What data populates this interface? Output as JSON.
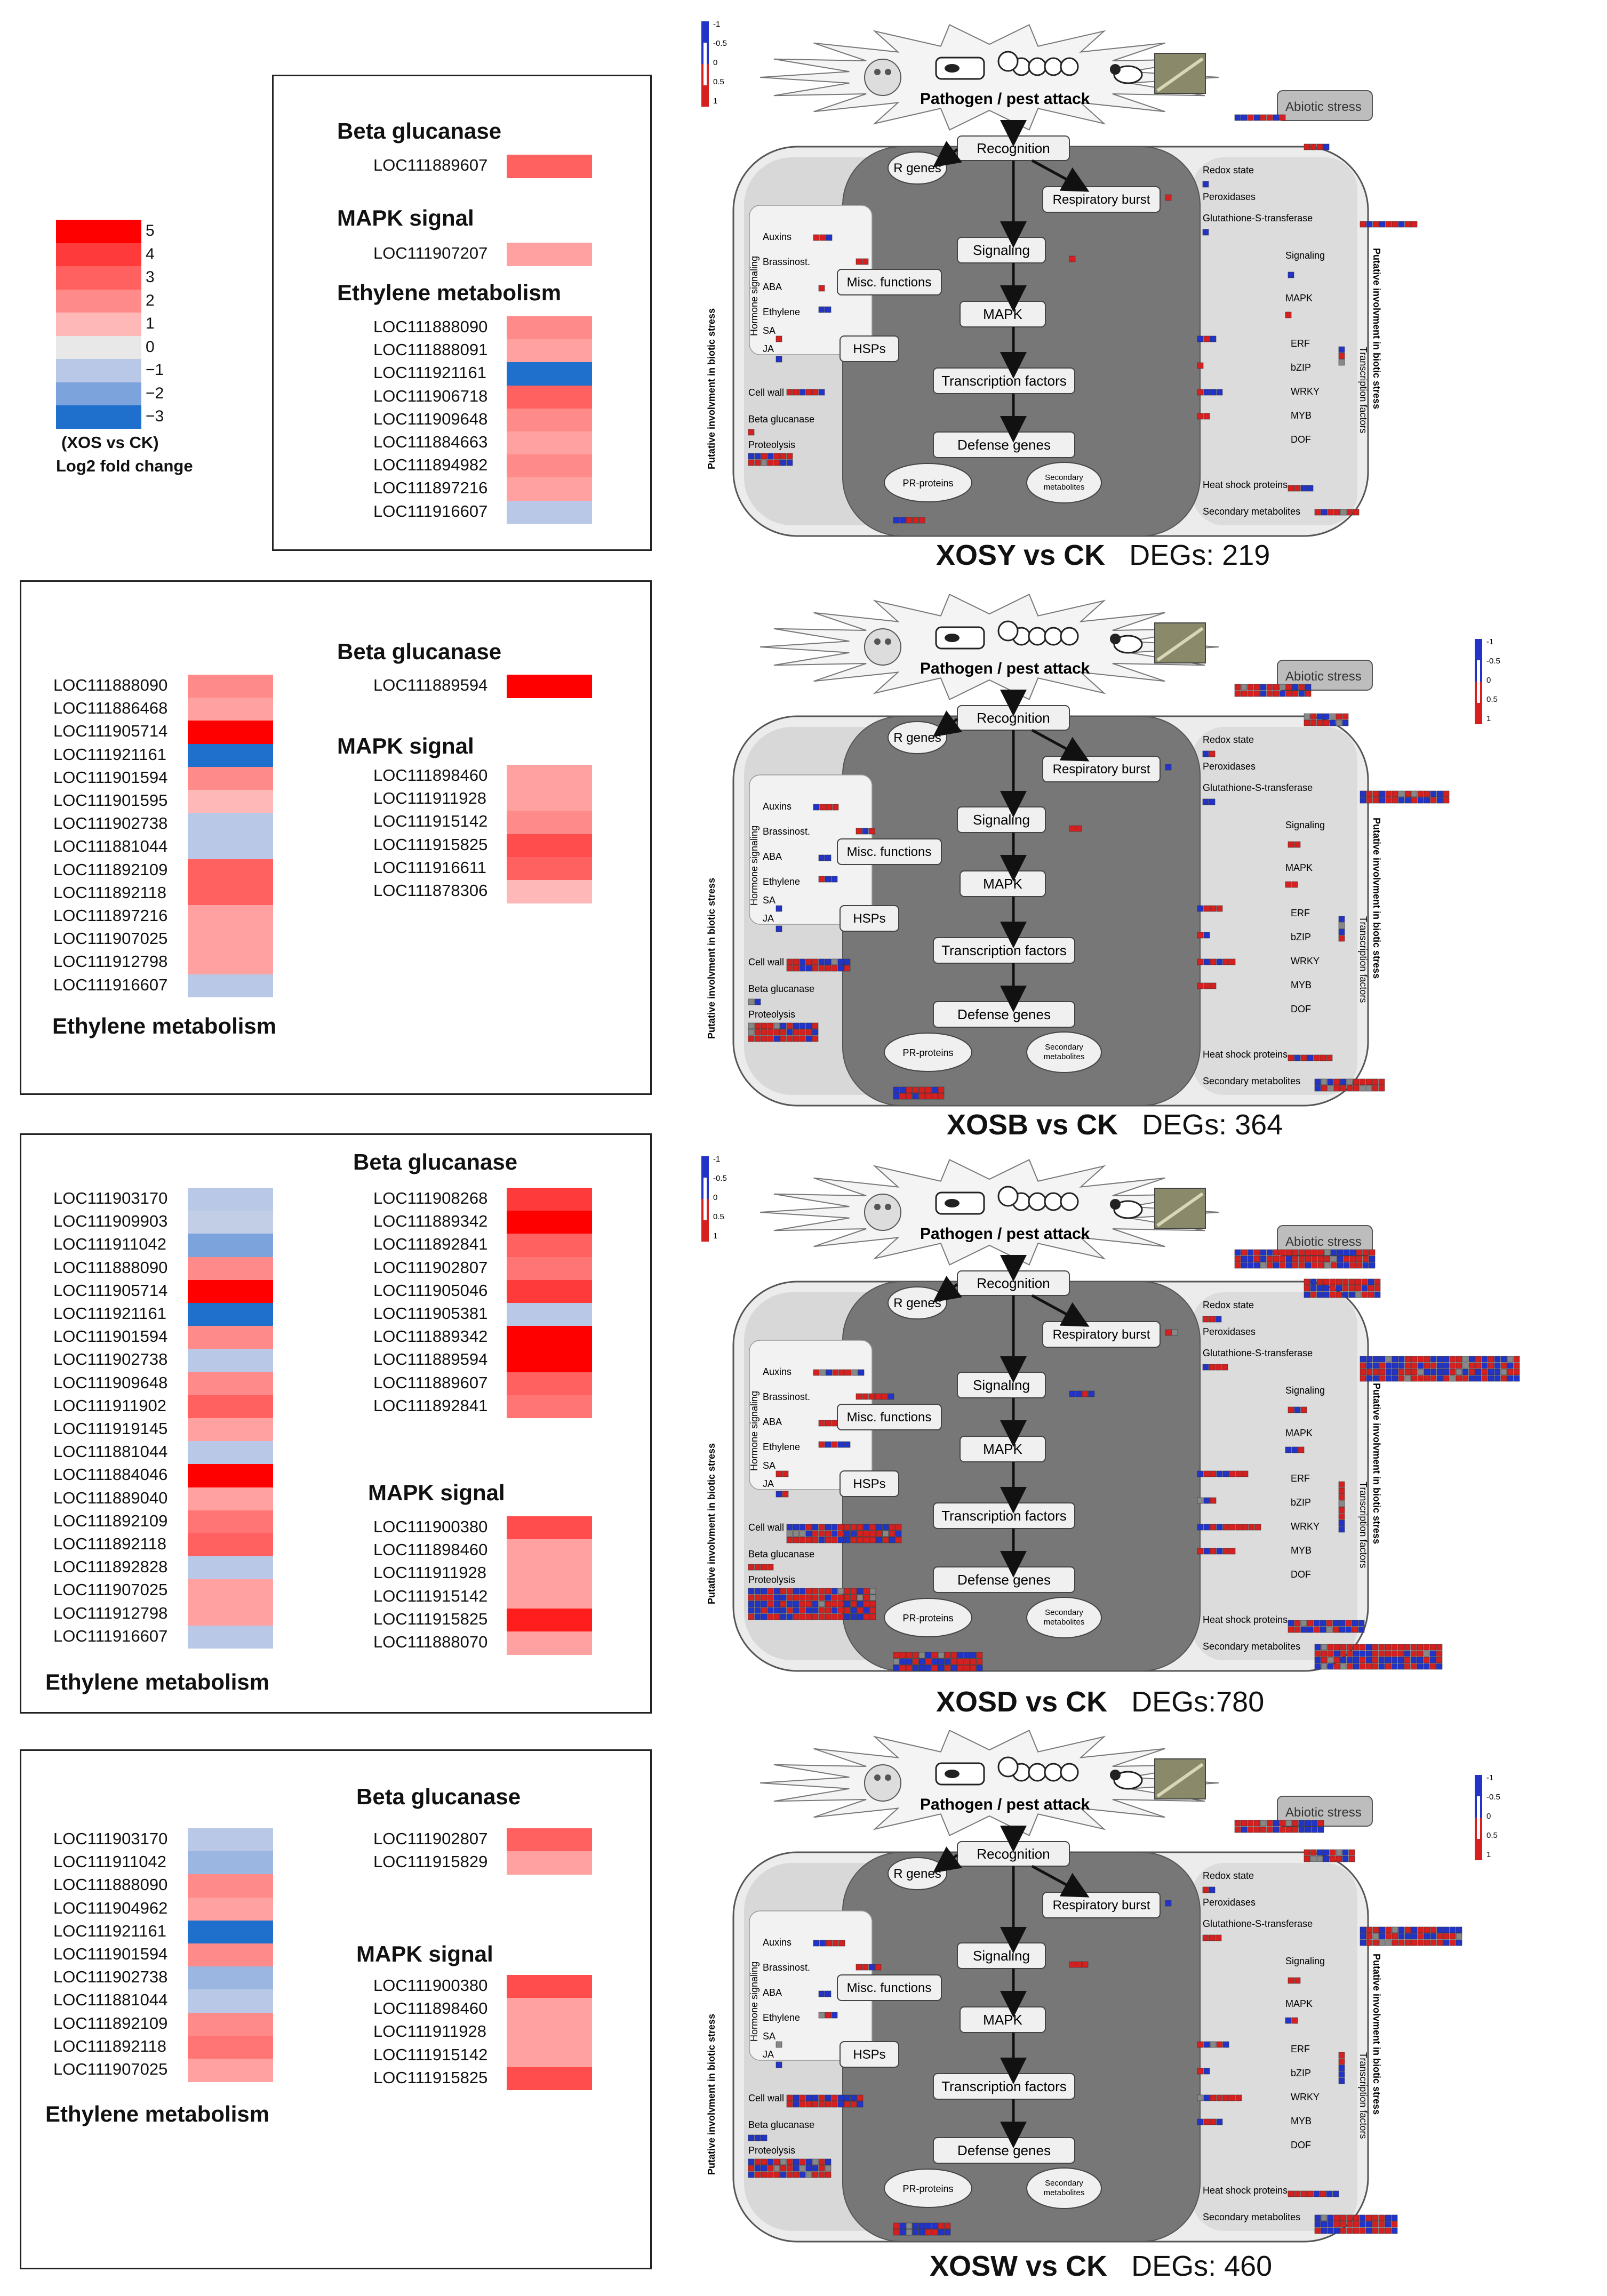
{
  "legend": {
    "values": [
      "5",
      "4",
      "3",
      "2",
      "1",
      "0",
      "−1",
      "−2",
      "−3"
    ],
    "colors": [
      "#ff0000",
      "#ff3a3a",
      "#ff6060",
      "#ff8a8a",
      "#ffb8b8",
      "#e8e8e8",
      "#b8c8e6",
      "#7da3dc",
      "#1f6fcc"
    ],
    "caption_line1": "(XOS vs CK)",
    "caption_line2": "Log2 fold change"
  },
  "colors": {
    "up": "#d62020",
    "down": "#2233c8",
    "cell_dark": "#7a7a7a",
    "cell_light": "#d4d4d4",
    "cell_mid": "#ececec"
  },
  "panels": [
    {
      "title": "XOSY vs CK",
      "degs": "DEGs: 219",
      "groups": [
        {
          "name": "Beta glucanase",
          "genes": [
            {
              "id": "LOC111889607",
              "v": 3
            }
          ]
        },
        {
          "name": "MAPK signal",
          "genes": [
            {
              "id": "LOC111907207",
              "v": 1.5
            }
          ]
        },
        {
          "name": "Ethylene metabolism",
          "genes": [
            {
              "id": "LOC111888090",
              "v": 2
            },
            {
              "id": "LOC111888091",
              "v": 1.5
            },
            {
              "id": "LOC111921161",
              "v": -3
            },
            {
              "id": "LOC111906718",
              "v": 3
            },
            {
              "id": "LOC111909648",
              "v": 2
            },
            {
              "id": "LOC111884663",
              "v": 1.5
            },
            {
              "id": "LOC111894982",
              "v": 2
            },
            {
              "id": "LOC111897216",
              "v": 1.5
            },
            {
              "id": "LOC111916607",
              "v": -1
            }
          ]
        }
      ]
    },
    {
      "title": "XOSB vs CK",
      "degs": "DEGs: 364",
      "groups": [
        {
          "name": "Ethylene metabolism",
          "genes": [
            {
              "id": "LOC111888090",
              "v": 2
            },
            {
              "id": "LOC111886468",
              "v": 1.5
            },
            {
              "id": "LOC111905714",
              "v": 5
            },
            {
              "id": "LOC111921161",
              "v": -3
            },
            {
              "id": "LOC111901594",
              "v": 2
            },
            {
              "id": "LOC111901595",
              "v": 1
            },
            {
              "id": "LOC111902738",
              "v": -1
            },
            {
              "id": "LOC111881044",
              "v": -1
            },
            {
              "id": "LOC111892109",
              "v": 3
            },
            {
              "id": "LOC111892118",
              "v": 3
            },
            {
              "id": "LOC111897216",
              "v": 1.5
            },
            {
              "id": "LOC111907025",
              "v": 1.5
            },
            {
              "id": "LOC111912798",
              "v": 1.5
            },
            {
              "id": "LOC111916607",
              "v": -1
            }
          ]
        },
        {
          "name": "Beta glucanase",
          "genes": [
            {
              "id": "LOC111889594",
              "v": 5
            }
          ]
        },
        {
          "name": "MAPK signal",
          "genes": [
            {
              "id": "LOC111898460",
              "v": 1.5
            },
            {
              "id": "LOC111911928",
              "v": 1.5
            },
            {
              "id": "LOC111915142",
              "v": 2
            },
            {
              "id": "LOC111915825",
              "v": 3.5
            },
            {
              "id": "LOC111916611",
              "v": 3
            },
            {
              "id": "LOC111878306",
              "v": 1
            }
          ]
        }
      ]
    },
    {
      "title": "XOSD vs CK",
      "degs": "DEGs:780",
      "groups": [
        {
          "name": "Ethylene metabolism",
          "genes": [
            {
              "id": "LOC111903170",
              "v": -1
            },
            {
              "id": "LOC111909903",
              "v": -0.8
            },
            {
              "id": "LOC111911042",
              "v": -2
            },
            {
              "id": "LOC111888090",
              "v": 2
            },
            {
              "id": "LOC111905714",
              "v": 5
            },
            {
              "id": "LOC111921161",
              "v": -3
            },
            {
              "id": "LOC111901594",
              "v": 2
            },
            {
              "id": "LOC111902738",
              "v": -1
            },
            {
              "id": "LOC111909648",
              "v": 2
            },
            {
              "id": "LOC111911902",
              "v": 3
            },
            {
              "id": "LOC111919145",
              "v": 1.5
            },
            {
              "id": "LOC111881044",
              "v": -1
            },
            {
              "id": "LOC111884046",
              "v": 5
            },
            {
              "id": "LOC111889040",
              "v": 1.5
            },
            {
              "id": "LOC111892109",
              "v": 2.5
            },
            {
              "id": "LOC111892118",
              "v": 3
            },
            {
              "id": "LOC111892828",
              "v": -1
            },
            {
              "id": "LOC111907025",
              "v": 1.5
            },
            {
              "id": "LOC111912798",
              "v": 1.5
            },
            {
              "id": "LOC111916607",
              "v": -1
            }
          ]
        },
        {
          "name": "Beta glucanase",
          "genes": [
            {
              "id": "LOC111908268",
              "v": 4
            },
            {
              "id": "LOC111889342",
              "v": 5
            },
            {
              "id": "LOC111892841",
              "v": 3
            },
            {
              "id": "LOC111902807",
              "v": 2.5
            },
            {
              "id": "LOC111905046",
              "v": 4
            },
            {
              "id": "LOC111905381",
              "v": -1
            },
            {
              "id": "LOC111889342",
              "v": 5
            },
            {
              "id": "LOC111889594",
              "v": 5
            },
            {
              "id": "LOC111889607",
              "v": 3
            },
            {
              "id": "LOC111892841",
              "v": 2.5
            }
          ]
        },
        {
          "name": "MAPK signal",
          "genes": [
            {
              "id": "LOC111900380",
              "v": 3.5
            },
            {
              "id": "LOC111898460",
              "v": 1.5
            },
            {
              "id": "LOC111911928",
              "v": 1.5
            },
            {
              "id": "LOC111915142",
              "v": 1.5
            },
            {
              "id": "LOC111915825",
              "v": 4.5
            },
            {
              "id": "LOC111888070",
              "v": 1.5
            }
          ]
        }
      ]
    },
    {
      "title": "XOSW vs CK",
      "degs": "DEGs: 460",
      "groups": [
        {
          "name": "Ethylene metabolism",
          "genes": [
            {
              "id": "LOC111903170",
              "v": -1
            },
            {
              "id": "LOC111911042",
              "v": -1.5
            },
            {
              "id": "LOC111888090",
              "v": 2
            },
            {
              "id": "LOC111904962",
              "v": 1.5
            },
            {
              "id": "LOC111921161",
              "v": -3
            },
            {
              "id": "LOC111901594",
              "v": 2
            },
            {
              "id": "LOC111902738",
              "v": -1.5
            },
            {
              "id": "LOC111881044",
              "v": -1
            },
            {
              "id": "LOC111892109",
              "v": 2
            },
            {
              "id": "LOC111892118",
              "v": 2.5
            },
            {
              "id": "LOC111907025",
              "v": 1.5
            }
          ]
        },
        {
          "name": "Beta glucanase",
          "genes": [
            {
              "id": "LOC111902807",
              "v": 3
            },
            {
              "id": "LOC111915829",
              "v": 1.5
            }
          ]
        },
        {
          "name": "MAPK signal",
          "genes": [
            {
              "id": "LOC111900380",
              "v": 3.5
            },
            {
              "id": "LOC111898460",
              "v": 1.5
            },
            {
              "id": "LOC111911928",
              "v": 1.5
            },
            {
              "id": "LOC111915142",
              "v": 1.5
            },
            {
              "id": "LOC111915825",
              "v": 3.5
            }
          ]
        }
      ]
    }
  ],
  "diagram": {
    "pathogen": "Pathogen / pest attack",
    "abiotic": "Abiotic stress",
    "recognition": "Recognition",
    "rgenes": "R genes",
    "resp_burst": "Respiratory burst",
    "signaling": "Signaling",
    "misc": "Misc. functions",
    "mapk": "MAPK",
    "hsps": "HSPs",
    "tf": "Transcription factors",
    "defense": "Defense genes",
    "pr": "PR-proteins",
    "secondary_l1": "Secondary",
    "secondary_l2": "metabolites",
    "hormone_signaling": "Hormone signaling",
    "auxins": "Auxins",
    "brassinost": "Brassinost.",
    "aba": "ABA",
    "ethylene": "Ethylene",
    "sa": "SA",
    "ja": "JA",
    "cell_wall": "Cell wall",
    "beta_glucanase": "Beta glucanase",
    "proteolysis": "Proteolysis",
    "redox": "Redox state",
    "peroxidases": "Peroxidases",
    "gst": "Glutathione-S-transferase",
    "signaling_r": "Signaling",
    "mapk_r": "MAPK",
    "erf": "ERF",
    "bzip": "bZIP",
    "wrky": "WRKY",
    "myb": "MYB",
    "dof": "DOF",
    "tf_vertical": "Transcription factors",
    "hsp_r": "Heat shock proteins",
    "secmet_r": "Secondary metabolites",
    "putative": "Putative involvment in biotic stress",
    "scale": [
      "-1",
      "-0.5",
      "0",
      "0.5",
      "1"
    ]
  }
}
